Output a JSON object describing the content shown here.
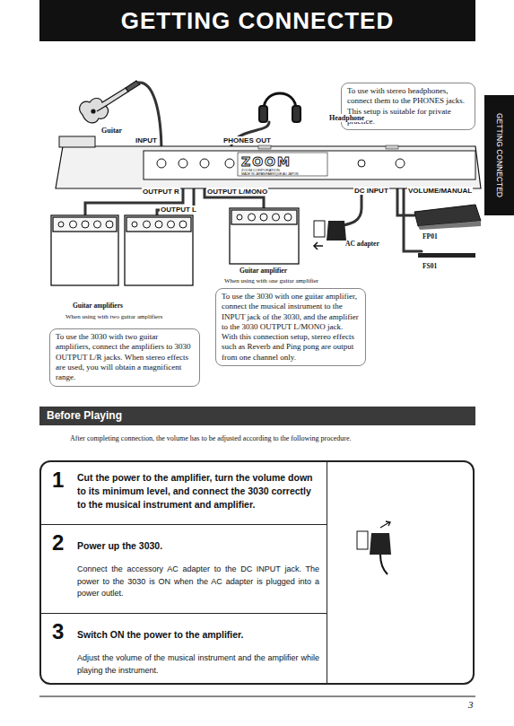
{
  "diagram": {
    "title": "GETTING CONNECTED",
    "nodes": [
      {
        "text": [
          "GETTING CONNECTED"
        ]
      },
      {
        "text": [
          "To use with stereo headphones, connect them to the PHONES jacks. This setup is suitable for private practice."
        ]
      },
      {
        "text": [
          "To use the 3030 with one guitar amplifier, connect the musical instrument to the INPUT jack of the 3030, and the amplifier to the 3030 OUTPUT L/MONO jack. With this connection setup, stereo effects such as Reverb and Ping pong are output from one channel only."
        ]
      },
      {
        "text": [
          "To use the 3030 with two guitar amplifiers, connect the amplifiers to 3030 OUTPUT L/R jacks. When stereo effects are used, you will obtain a magnificent range."
        ]
      },
      {
        "text": [
          "Before Playing"
        ]
      },
      {
        "text": []
      },
      {
        "text": [
          "1",
          "Cut the power to the amplifier, turn the volume down to its minimum level, and connect the 3030 correctly to the musical instrument and amplifier."
        ],
        "in": 5
      },
      {
        "text": [
          "2",
          "Power up the 3030.",
          "Connect the accessory AC adapter to the DC INPUT jack. The power to the 3030 is ON when the AC adapter is plugged into a power outlet."
        ],
        "in": 5
      },
      {
        "text": [
          "3",
          "Switch ON the power to the amplifier.",
          "Adjust the volume of the musical instrument and the amplifier while playing the instrument."
        ],
        "in": 5
      }
    ],
    "labels": [
      "Guitar",
      "Headphone",
      "INPUT",
      "PHONES OUT",
      "ZOOM",
      "ZOOM CORPORATION",
      "MADE IN JAPAN/FABRIQUE AU JAPON",
      "OUTPUT R",
      "OUTPUT L/MONO",
      "OUTPUT L",
      "DC INPUT",
      "VOLUME/MANUAL",
      "AC adapter",
      "FP01",
      "FS01",
      "Guitar amplifier",
      "When using with one guitar amplifier",
      "Guitar amplifiers",
      "When using with two guitar amplifiers",
      "After completing connection, the volume has to be adjusted according to the following procedure.",
      "3"
    ]
  }
}
